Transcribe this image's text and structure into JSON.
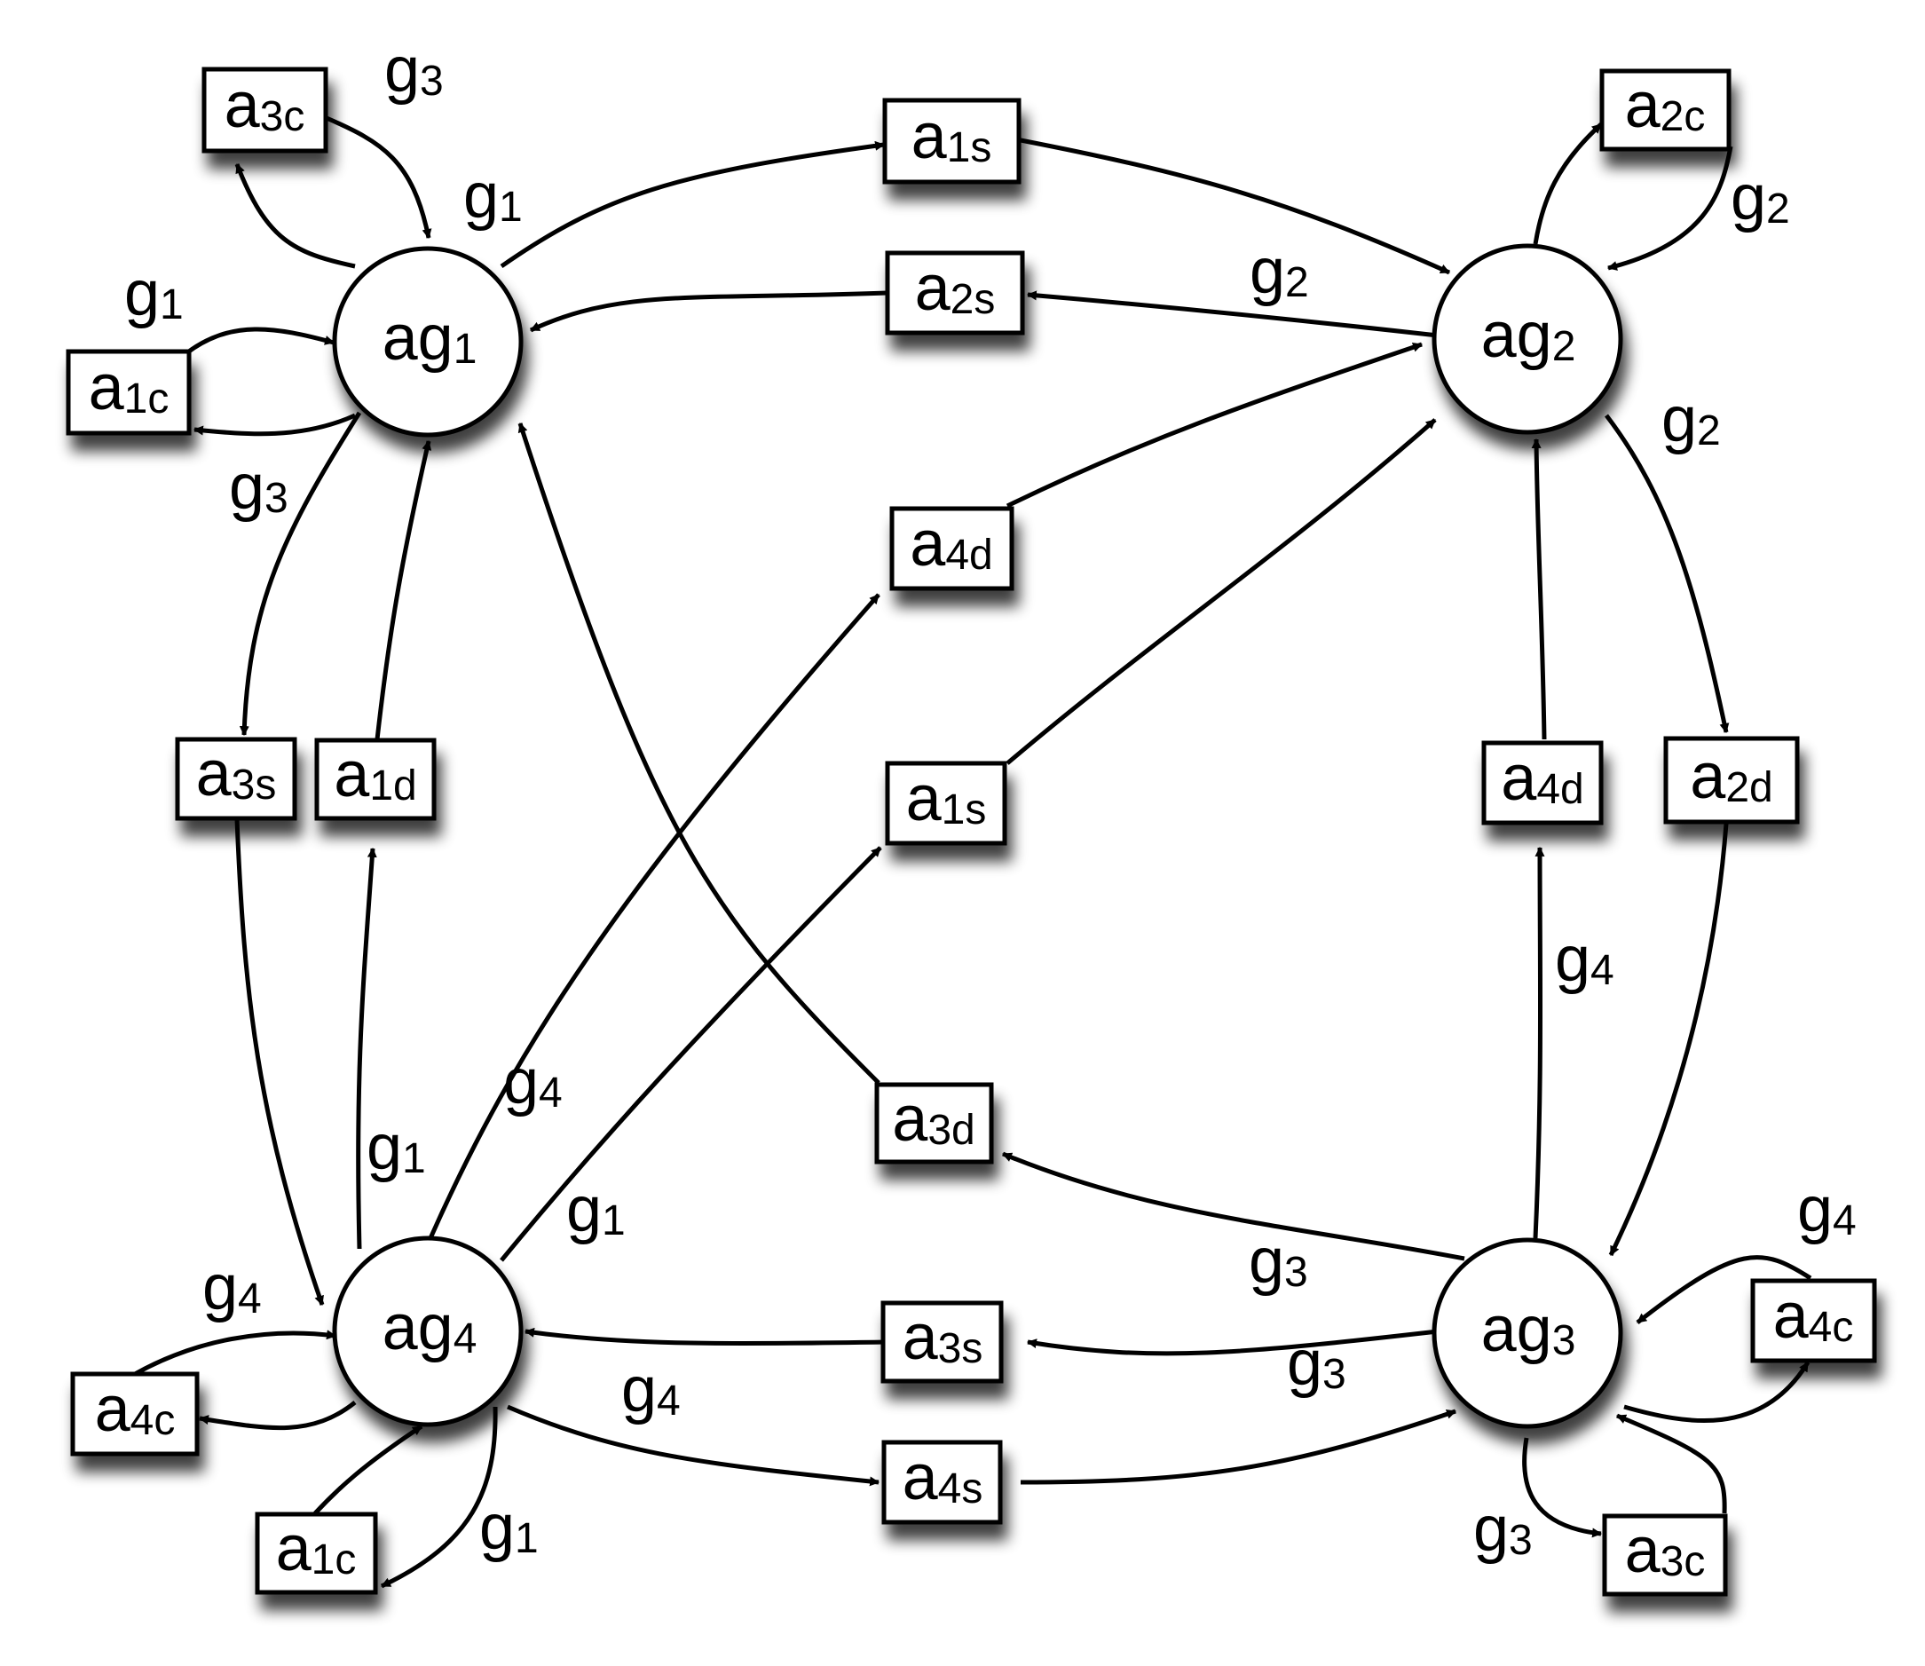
{
  "colors": {
    "stroke": "#000000",
    "fill": "#ffffff",
    "shadow": "#000000"
  },
  "agents": [
    {
      "id": "ag1",
      "base": "ag",
      "sub": "1"
    },
    {
      "id": "ag2",
      "base": "ag",
      "sub": "2"
    },
    {
      "id": "ag3",
      "base": "ag",
      "sub": "3"
    },
    {
      "id": "ag4",
      "base": "ag",
      "sub": "4"
    }
  ],
  "actions": [
    {
      "id": "a3c_top",
      "base": "a",
      "sub": "3c"
    },
    {
      "id": "a1c_left",
      "base": "a",
      "sub": "1c"
    },
    {
      "id": "a1s_top",
      "base": "a",
      "sub": "1s"
    },
    {
      "id": "a2s",
      "base": "a",
      "sub": "2s"
    },
    {
      "id": "a2c",
      "base": "a",
      "sub": "2c"
    },
    {
      "id": "a4d_mid",
      "base": "a",
      "sub": "4d"
    },
    {
      "id": "a1s_mid",
      "base": "a",
      "sub": "1s"
    },
    {
      "id": "a3s_left",
      "base": "a",
      "sub": "3s"
    },
    {
      "id": "a1d",
      "base": "a",
      "sub": "1d"
    },
    {
      "id": "a4d_right",
      "base": "a",
      "sub": "4d"
    },
    {
      "id": "a2d",
      "base": "a",
      "sub": "2d"
    },
    {
      "id": "a3d",
      "base": "a",
      "sub": "3d"
    },
    {
      "id": "a4c_right",
      "base": "a",
      "sub": "4c"
    },
    {
      "id": "a3s_bottom",
      "base": "a",
      "sub": "3s"
    },
    {
      "id": "a4c_left",
      "base": "a",
      "sub": "4c"
    },
    {
      "id": "a4s",
      "base": "a",
      "sub": "4s"
    },
    {
      "id": "a1c_bottom",
      "base": "a",
      "sub": "1c"
    },
    {
      "id": "a3c_bottom",
      "base": "a",
      "sub": "3c"
    }
  ],
  "labels": [
    {
      "id": "g3_a",
      "base": "g",
      "sub": "3"
    },
    {
      "id": "g1_a",
      "base": "g",
      "sub": "1"
    },
    {
      "id": "g1_b",
      "base": "g",
      "sub": "1"
    },
    {
      "id": "g3_b",
      "base": "g",
      "sub": "3"
    },
    {
      "id": "g2_a",
      "base": "g",
      "sub": "2"
    },
    {
      "id": "g2_b",
      "base": "g",
      "sub": "2"
    },
    {
      "id": "g2_c",
      "base": "g",
      "sub": "2"
    },
    {
      "id": "g4_a",
      "base": "g",
      "sub": "4"
    },
    {
      "id": "g4_b",
      "base": "g",
      "sub": "4"
    },
    {
      "id": "g1_c",
      "base": "g",
      "sub": "1"
    },
    {
      "id": "g1_d",
      "base": "g",
      "sub": "1"
    },
    {
      "id": "g4_c",
      "base": "g",
      "sub": "4"
    },
    {
      "id": "g3_c",
      "base": "g",
      "sub": "3"
    },
    {
      "id": "g3_d",
      "base": "g",
      "sub": "3"
    },
    {
      "id": "g4_d",
      "base": "g",
      "sub": "4"
    },
    {
      "id": "g4_e",
      "base": "g",
      "sub": "4"
    },
    {
      "id": "g1_e",
      "base": "g",
      "sub": "1"
    },
    {
      "id": "g3_e",
      "base": "g",
      "sub": "3"
    }
  ]
}
